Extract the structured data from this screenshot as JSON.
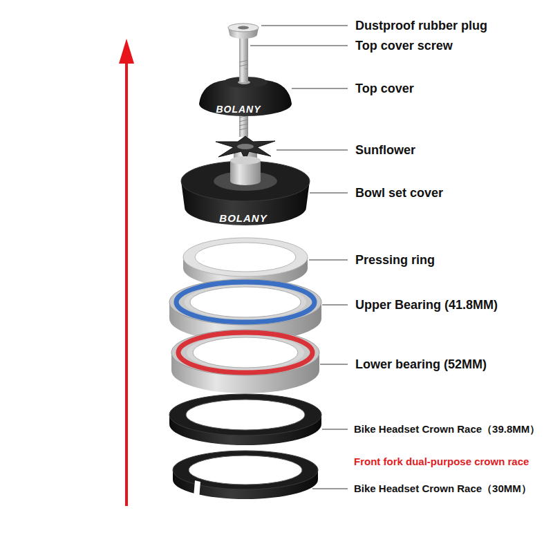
{
  "diagram": {
    "labels": [
      "Dustproof rubber plug",
      "Top cover screw",
      "BOLANY",
      "Top cover",
      "Sunflower",
      "BOLANY",
      "Bowl set cover",
      "Pressing ring",
      "Upper Bearing (41.8MM)",
      "Lower bearing (52MM)",
      "Bike Headset Crown Race（39.8MM）",
      "Front fork dual-purpose crown race",
      "Bike Headset Crown Race（30MM）"
    ]
  }
}
